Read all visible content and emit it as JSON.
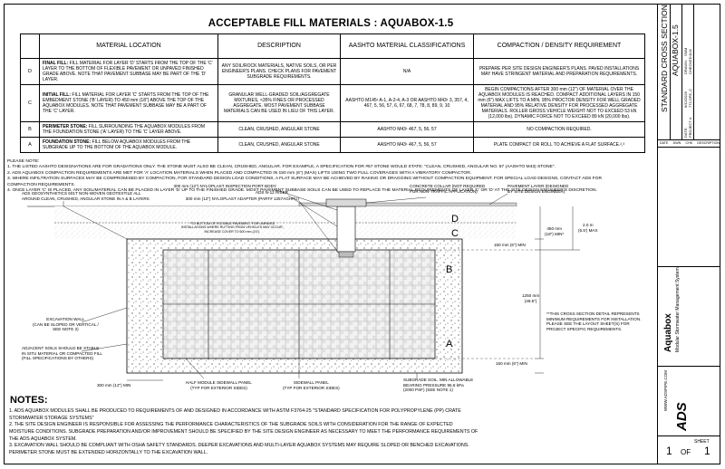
{
  "title": "ACCEPTABLE FILL MATERIALS : AQUABOX-1.5",
  "table": {
    "headers": {
      "location": "MATERIAL LOCATION",
      "description": "DESCRIPTION",
      "aashto": "AASHTO MATERIAL CLASSIFICATIONS",
      "compaction": "COMPACTION / DENSITY REQUIREMENT"
    },
    "rows": [
      {
        "code": "D",
        "loc_bold": "FINAL FILL:",
        "loc_text": " FILL MATERIAL FOR LAYER 'D' STARTS FROM THE TOP OF THE 'C' LAYER TO THE BOTTOM OF FLEXIBLE PAVEMENT OR UNPAVED FINISHED GRADE ABOVE. NOTE THAT PAVEMENT SUBBASE MAY BE PART OF THE 'D' LAYER.",
        "description": "ANY SOIL/ROCK MATERIALS, NATIVE SOILS, OR PER ENGINEER'S PLANS. CHECK PLANS FOR PAVEMENT SUBGRADE REQUIREMENTS.",
        "aashto": "N/A",
        "compaction": "PREPARE PER SITE DESIGN ENGINEER'S PLANS. PAVED INSTALLATIONS MAY HAVE STRINGENT MATERIAL AND PREPARATION REQUIREMENTS."
      },
      {
        "code": "C",
        "loc_bold": "INITIAL FILL:",
        "loc_text": " FILL MATERIAL FOR LAYER 'C' STARTS FROM THE TOP OF THE EMBEDMENT STONE ('B' LAYER) TO 450 mm (18\") ABOVE THE TOP OF THE AQUABOX MODULES. NOTE THAT PAVEMENT SUBBASE MAY BE A PART OF THE 'C' LAYER.",
        "description": "GRANULAR WELL-GRADED SOIL/AGGREGATE MIXTURES, <35% FINES OR PROCESSED AGGREGATE. MOST PAVEMENT SUBBASE MATERIALS CAN BE USED IN LIEU OF THIS LAYER.",
        "aashto": "AASHTO M145¹ A-1, A-2-4, A-3 OR AASHTO M43¹ 3, 357, 4, 467, 5, 56, 57, 6, 67, 68, 7, 78, 8, 89, 9, 10",
        "compaction": "BEGIN COMPACTIONS AFTER 300 mm (12\") OF MATERIAL OVER THE AQUABOX MODULES IS REACHED. COMPACT ADDITIONAL LAYERS IN 150 mm (6\") MAX LIFTS TO A MIN. 95% PROCTOR DENSITY FOR WELL GRADED MATERIAL AND 95% RELATIVE DENSITY FOR PROCESSED AGGREGATE MATERIALS. ROLLER GROSS VEHICLE WEIGHT NOT TO EXCEED 53 kN (12,000 lbs). DYNAMIC FORCE NOT TO EXCEED 89 kN (20,000 lbs)."
      },
      {
        "code": "B",
        "loc_bold": "PERIMETER STONE:",
        "loc_text": " FILL SURROUNDING THE AQUABOX MODULES FROM THE FOUNDATION STONE ('A' LAYER) TO THE 'C' LAYER ABOVE.",
        "description": "CLEAN, CRUSHED, ANGULAR STONE",
        "aashto": "AASHTO M43¹ 467, 5, 56, 57",
        "compaction": "NO COMPACTION REQUIRED."
      },
      {
        "code": "A",
        "loc_bold": "FOUNDATION STONE:",
        "loc_text": " FILL BELOW AQUABOX MODULES FROM THE SUBGRADE UP TO THE BOTTOM OF THE AQUABOX MODULE.",
        "description": "CLEAN, CRUSHED, ANGULAR STONE",
        "aashto": "AASHTO M43¹ 467, 5, 56, 57",
        "compaction": "PLATE COMPACT OR ROLL TO ACHIEVE A FLAT SURFACE.²,³"
      }
    ]
  },
  "please_note": {
    "heading": "PLEASE NOTE:",
    "items": [
      "1.   THE LISTED AASHTO DESIGNATIONS ARE FOR GRADATIONS ONLY. THE STONE MUST ALSO BE CLEAN, CRUSHED, ANGULAR. FOR EXAMPLE, A SPECIFICATION FOR #57 STONE WOULD STATE: \"CLEAN, CRUSHED, ANGULAR NO. 57 (AASHTO M43) STONE\".",
      "2.   ADS AQUABOX COMPACTION REQUIREMENTS ARE MET FOR 'A' LOCATION MATERIALS WHEN PLACED AND COMPACTED IN 150 mm (6\") (MAX) LIFTS USING TWO FULL COVERAGES WITH A VIBRATORY COMPACTOR.",
      "3.   WHERE INFILTRATION SURFACES MAY BE COMPROMISED BY COMPACTION, FOR STANDARD DESIGN LOAD CONDITIONS, A FLAT SURFACE MAY BE ACHIEVED BY RAKING OR DRAGGING WITHOUT COMPACTION EQUIPMENT. FOR SPECIAL LOAD DESIGNS, CONTACT ADS FOR",
      "      COMPACTION REQUIREMENTS.",
      "4.   ONCE LAYER 'C' IS PLACED, ANY SOIL/MATERIAL CAN BE PLACED IN LAYER 'D' UP TO THE FINISHED GRADE. MOST PAVEMENT SUBBASE SOILS CAN BE USED TO REPLACE THE MATERIAL REQUIREMENTS OF LAYER 'C' OR 'D' AT THE SITE DESIGN ENGINEER'S DISCRETION."
    ]
  },
  "drawing": {
    "layers": [
      "D",
      "C",
      "B",
      "A"
    ],
    "labels": {
      "geotextile": "ADS GEOSYNTHETICS 601T NON-WOVEN GEOTEXTILE ALL\nAROUND CLEAN, CRUSHED, ANGULAR STONE IN A & B LAYERS",
      "inspection_body": "300 mm (12\") NYLOPLAST INSPECTION PORT BODY",
      "riser": "ADS N-12 RISER",
      "adapter": "300 mm (12\") NYLOPLAST ADAPTER (PART# 1257AGHPU)",
      "concrete_collar": "CONCRETE COLLAR (NOT REQUIRED\nFOR NON-TRAFFIC APPLICATION)",
      "pavement_layer": "PAVEMENT LAYER (DESIGNED\nBY SITE DESIGN ENGINEER)",
      "flexible_pavement_note": "*TO BOTTOM OF FLEXIBLE PAVEMENT. FOR UNPAVED\nINSTALLATIONS WHERE RUTTING FROM VEHICLES MAY OCCUR,\nINCREASE COVER TO 600 mm (24\").",
      "dim_450": "450 mm\n(18\") MIN*",
      "dim_2m": "2.0 m\n(6.5') MAX",
      "dim_150_top": "150 mm (6\") MIN",
      "dim_1250": "1250 mm\n(49.5\")",
      "this_cross_section": "**THIS CROSS SECTION DETAIL REPRESENTS\nMINIMUM REQUIREMENTS FOR INSTALLATION.\nPLEASE SEE THE LAYOUT SHEET(S) FOR\nPROJECT SPECIFIC REQUIREMENTS.",
      "excavation_wall": "EXCAVATION WALL\n(CAN BE SLOPED OR VERTICAL /\nSEE NOTE 2)",
      "adjacent_soils": "ADJACENT SOILS SHOULD BE STABLE\nIN SITU MATERIAL OR COMPACTED FILL\n(FILL SPECIFICATIONS BY OTHERS)",
      "dim_150_bottom": "150 mm (6\") MIN",
      "dim_300_bottom": "300 mm (12\") MIN",
      "half_module": "HALF MODULE SIDEWALL PANEL\n(TYP FOR EXTERIOR SIDES)",
      "sidewall_panel": "SIDEWALL PANEL\n(TYP FOR EXTERIOR SIDES)",
      "subgrade": "SUBGRADE SOIL. MIN ALLOWABLE\nBEARING PRESSURE 95.8 kPa\n(2000 PSF) (SEE NOTE 1)"
    }
  },
  "notes": {
    "title": "NOTES:",
    "items": [
      "1.   ADS AQUABOX MODULES SHALL BE PRODUCED TO REQUIREMENTS OF AND DESIGNED IN ACCORDANCE WITH ASTM F3764-25 \"STANDARD SPECIFICATION FOR POLYPROPYLENE (PP) CRATE",
      "      STORMWATER STORAGE SYSTEMS\"",
      "2.   THE SITE DESIGN ENGINEER IS RESPONSIBLE FOR ASSESSING THE PERFORMANCE CHARACTERISTICS OF THE SUBGRADE SOILS WITH CONSIDERATION FOR THE RANGE OF EXPECTED",
      "      MOISTURE CONDITIONS. SUBGRADE PREPARATION AND/OR IMPROVEMENT SHOULD BE SPECIFIED BY THE SITE DESIGN ENGINEER AS NECESSARY TO MEET THE PERFORMANCE REQUIREMENTS OF",
      "      THE ADS AQUABOX SYSTEM.",
      "3.   EXCAVATION WALL SHOULD BE COMPLIANT WITH OSHA SAFETY STANDARDS. DEEPER EXCAVATIONS AND MULTI-LAYER AQUABOX SYSTEMS MAY REQUIRE SLOPED OR BENCHED EXCAVATIONS.",
      "      PERIMETER STONE MUST BE EXTENDED HORIZONTALLY TO THE EXCAVATION WALL."
    ]
  },
  "title_block": {
    "std_title_1": "STANDARD CROSS SECTION",
    "std_title_2": "AQUABOX-1.5",
    "date_label": "DATE:",
    "date_value": "6/12/2026",
    "drawn_label": "DRAWN:",
    "drawn_value": "SMM",
    "project_label": "PROJECT #:",
    "project_value": "772-SPE_C",
    "checked_label": "CHECKED:",
    "checked_value": "JLM",
    "rev_headers": [
      "DATE",
      "DWN",
      "CHK",
      "DESCRIPTION"
    ],
    "product": "Aquabox",
    "product_sub": "Modular Stormwater Management System",
    "website": "WWW.ADSPIPE.COM",
    "logo": "ADS",
    "sheet_label": "SHEET",
    "sheet_num": "1",
    "sheet_of": "OF",
    "sheet_total": "1"
  }
}
